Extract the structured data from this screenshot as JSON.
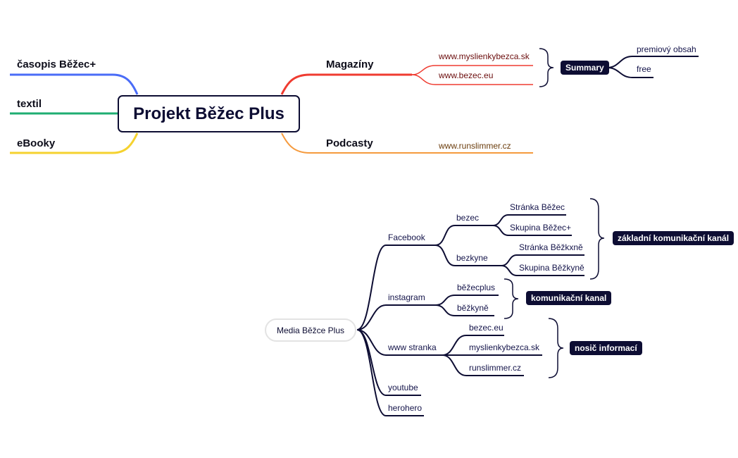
{
  "central_topic": "Projekt Běžec Plus",
  "left_branches": [
    {
      "label": "časopis Běžec+",
      "color": "#4a6cf7"
    },
    {
      "label": "textil",
      "color": "#1fae72"
    },
    {
      "label": "eBooky",
      "color": "#f5d22f"
    }
  ],
  "right_branches": [
    {
      "label": "Magazíny",
      "color": "#ef3b30",
      "children": [
        "www.myslienkybezca.sk",
        "www.bezec.eu"
      ]
    },
    {
      "label": "Podcasty",
      "color": "#f59a3d",
      "children": [
        "www.runslimmer.cz"
      ]
    }
  ],
  "summary": {
    "label": "Summary",
    "children": [
      "premiový obsah",
      "free"
    ]
  },
  "media": {
    "root": "Media Běžce Plus",
    "facebook": {
      "label": "Facebook",
      "bezec": {
        "label": "bezec",
        "children": [
          "Stránka Běžec",
          "Skupina Běžec+"
        ]
      },
      "bezkyne": {
        "label": "bezkyne",
        "children": [
          "Stránka Běžkxně",
          "Skupina Běžkyně"
        ]
      },
      "summary": "základní komunikační kanál"
    },
    "instagram": {
      "label": "instagram",
      "children": [
        "běžecplus",
        "běžkyně"
      ],
      "summary": "komunikační kanal"
    },
    "www": {
      "label": "www stranka",
      "children": [
        "bezec.eu",
        "myslienkybezca.sk",
        "runslimmer.cz"
      ],
      "summary": "nosič informací"
    },
    "others": [
      "youtube",
      "herohero"
    ]
  },
  "colors": {
    "dark": "#0d0d33",
    "magazine": "#ef3b30",
    "podcast": "#f59a3d"
  }
}
